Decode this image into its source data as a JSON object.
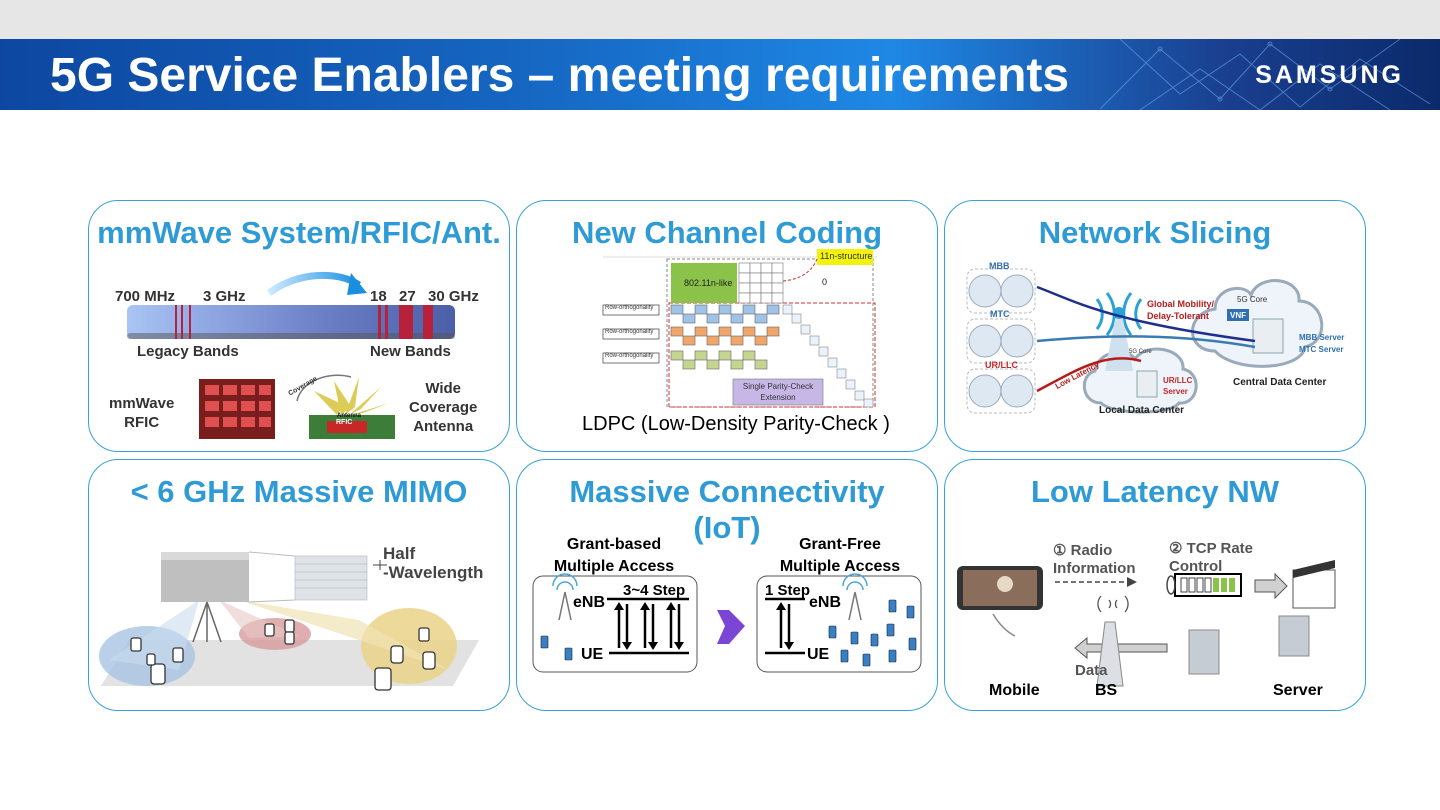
{
  "header": {
    "title": "5G Service Enablers – meeting requirements",
    "brand": "SAMSUNG"
  },
  "panels": {
    "mmwave": {
      "title": "mmWave System/RFIC/Ant.",
      "freqs": [
        "700 MHz",
        "3 GHz",
        "18",
        "27",
        "30 GHz"
      ],
      "legacy": "Legacy Bands",
      "new": "New Bands",
      "rfic": "mmWave\nRFIC",
      "antenna": "Wide\nCoverage\nAntenna",
      "chip_label": "RFIC",
      "coverage_label": "Coverage",
      "antenna_label": "Antenna"
    },
    "coding": {
      "title": "New Channel Coding",
      "caption": "LDPC (Low-Density Parity-Check )",
      "struct_tag": "11n-structure",
      "like_label": "802.11n-like",
      "zero": "0",
      "row_label": "Row-orthogonality",
      "spc": "Single Parity-Check\nExtension"
    },
    "slicing": {
      "title": "Network Slicing",
      "mbb": "MBB",
      "mtc": "MTC",
      "urllc": "UR/LLC",
      "mobility": "Global Mobility/\nDelay-Tolerant",
      "low_latency": "Low Latency",
      "core": "5G Core",
      "vnf": "VNF",
      "mbb_server": "MBB Server",
      "mtc_server": "MTC Server",
      "urllc_server": "UR/LLC\nServer",
      "central": "Central Data Center",
      "local": "Local Data Center"
    },
    "mimo": {
      "title": "< 6 GHz Massive MIMO",
      "half": "Half\n-Wavelength"
    },
    "iot": {
      "title": "Massive Connectivity\n(IoT)",
      "gb": "Grant-based\nMultiple Access",
      "gf": "Grant-Free\nMultiple Access",
      "step34": "3~4 Step",
      "step1": "1 Step",
      "enb": "eNB",
      "ue": "UE"
    },
    "latency": {
      "title": "Low Latency NW",
      "radio": "① Radio\n    Information",
      "tcp": "② TCP Rate\n     Control",
      "data": "Data",
      "mobile": "Mobile",
      "bs": "BS",
      "server": "Server"
    }
  },
  "colors": {
    "accent": "#2e9bd6",
    "border": "#3aa1d6",
    "banner": "#1565c0"
  }
}
